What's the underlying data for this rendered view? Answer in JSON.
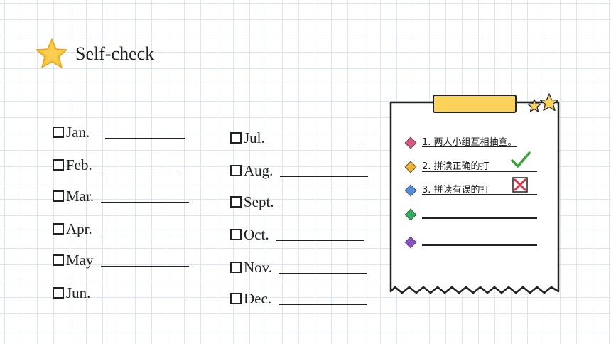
{
  "header": {
    "title": "Self-check",
    "icon": "star-icon"
  },
  "months_left": [
    "Jan.",
    "Feb.",
    "Mar.",
    "Apr.",
    "May",
    "Jun."
  ],
  "months_right": [
    "Jul.",
    "Aug.",
    "Sept.",
    "Oct.",
    "Nov.",
    "Dec."
  ],
  "note": {
    "items": [
      {
        "text": "1.  两人小组互相抽查。",
        "color": "#d9577c"
      },
      {
        "text": "2.  拼读正确的打",
        "color": "#f2b632",
        "mark": "check-icon"
      },
      {
        "text": "3.  拼读有误的打",
        "color": "#4f8fe0",
        "mark": "cross-icon"
      },
      {
        "text": "",
        "color": "#2fae5f"
      },
      {
        "text": "",
        "color": "#8a4fc9"
      }
    ],
    "tape_color": "#fbd25a"
  }
}
